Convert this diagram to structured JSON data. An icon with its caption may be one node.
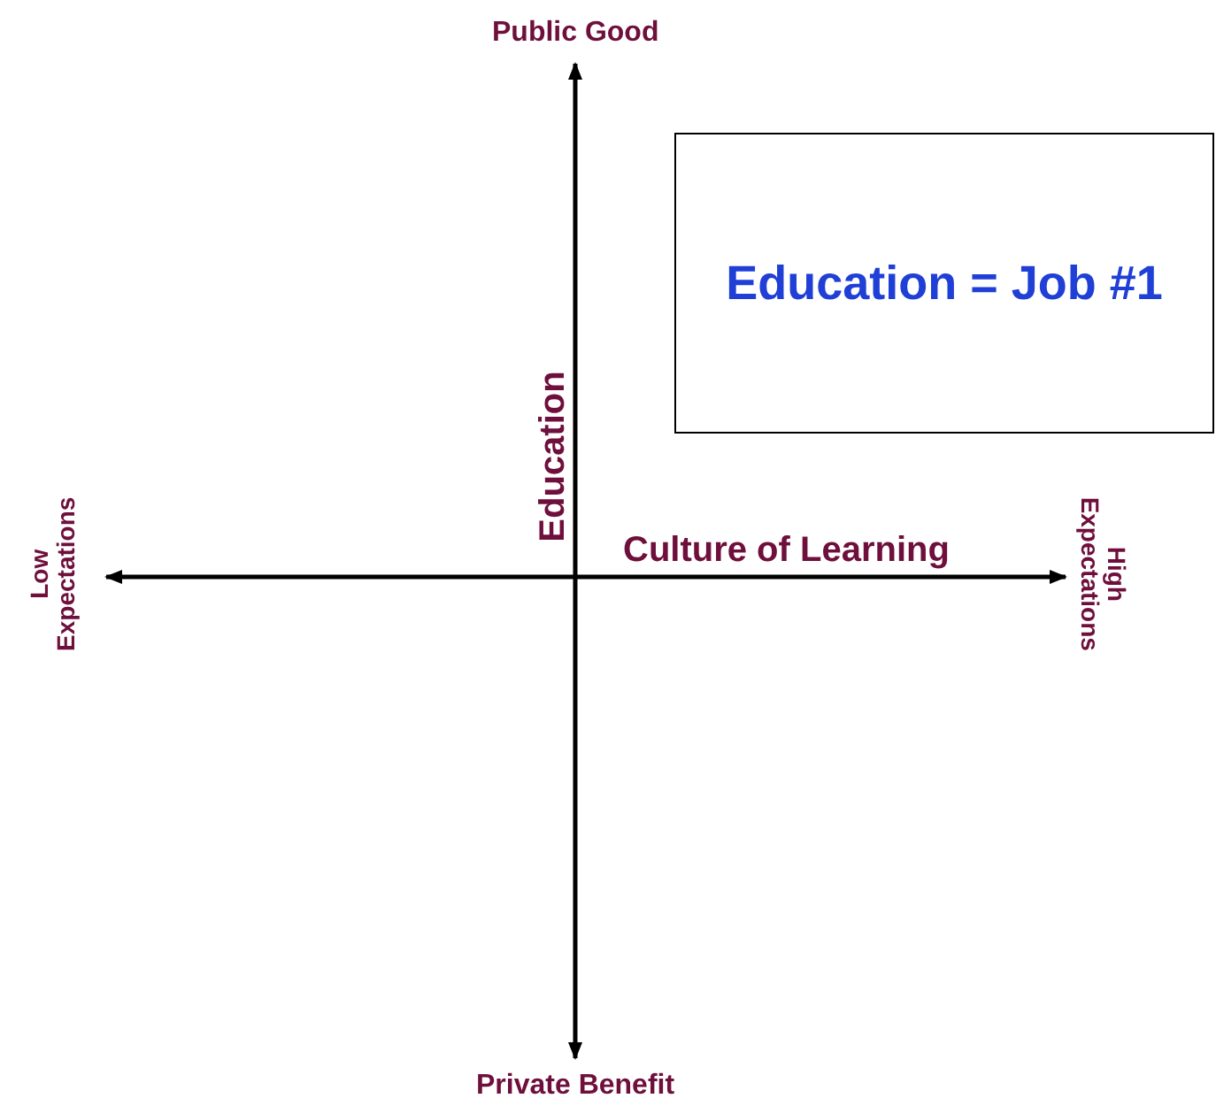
{
  "diagram": {
    "nodes": [
      {
        "text": [
          "Education = Job #1"
        ]
      }
    ],
    "labels": [
      "Public Good",
      "Low Expectations",
      "High Expectations",
      "Education",
      "Culture of Learning",
      "Private Benefit"
    ]
  }
}
